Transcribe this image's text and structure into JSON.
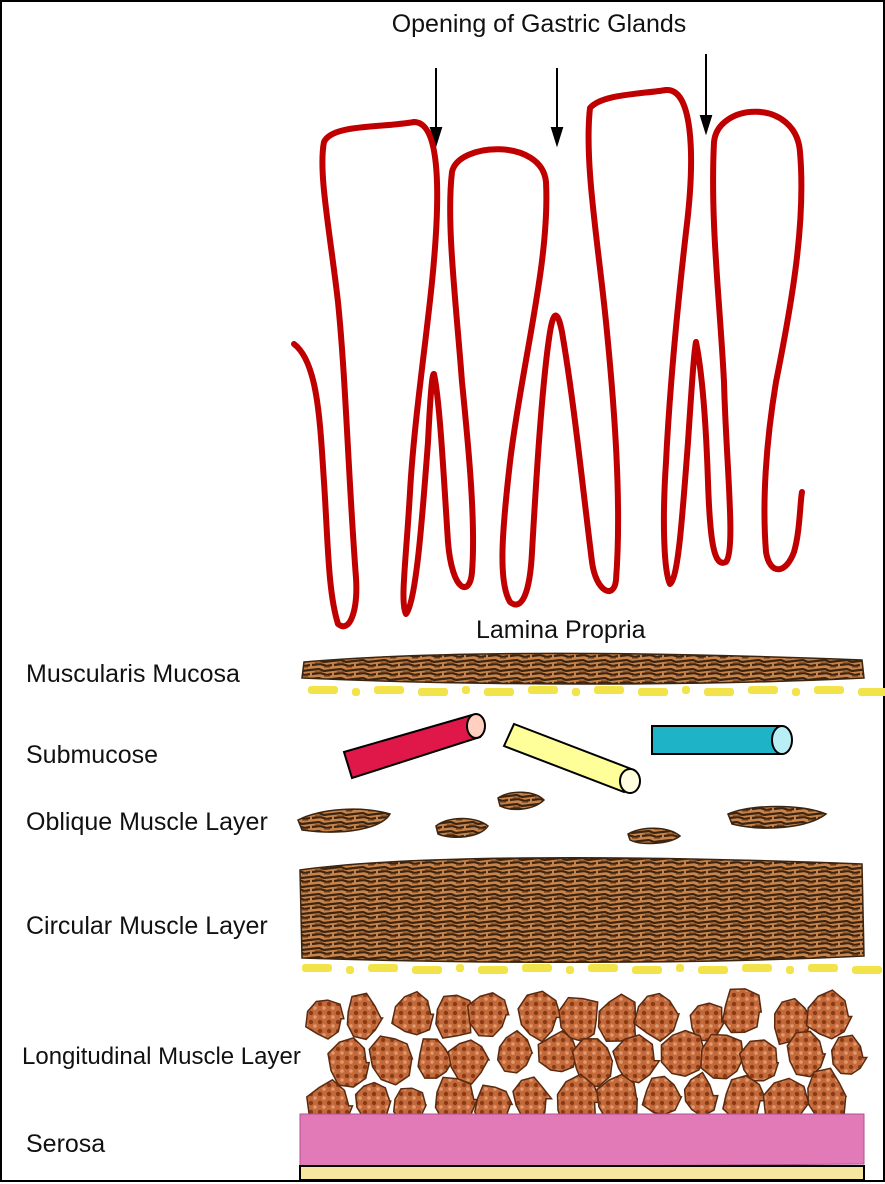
{
  "title": "Opening of Gastric Glands",
  "labels": {
    "lamina_propria": "Lamina Propria",
    "muscularis_mucosa": "Muscularis Mucosa",
    "submucose": "Submucose",
    "oblique": "Oblique Muscle Layer",
    "circular": "Circular Muscle Layer",
    "longitudinal": "Longitudinal Muscle Layer",
    "serosa": "Serosa"
  },
  "colors": {
    "mucosa_outline": "#c00000",
    "muscle_fill": "#a0522d",
    "muscle_dark": "#3b2410",
    "yellow_dash": "#f2e34a",
    "artery": "#e0184a",
    "nerve": "#ffff99",
    "vein": "#1fb3c8",
    "serosa": "#e27ab8",
    "serosa_base": "#f5e6a0"
  }
}
